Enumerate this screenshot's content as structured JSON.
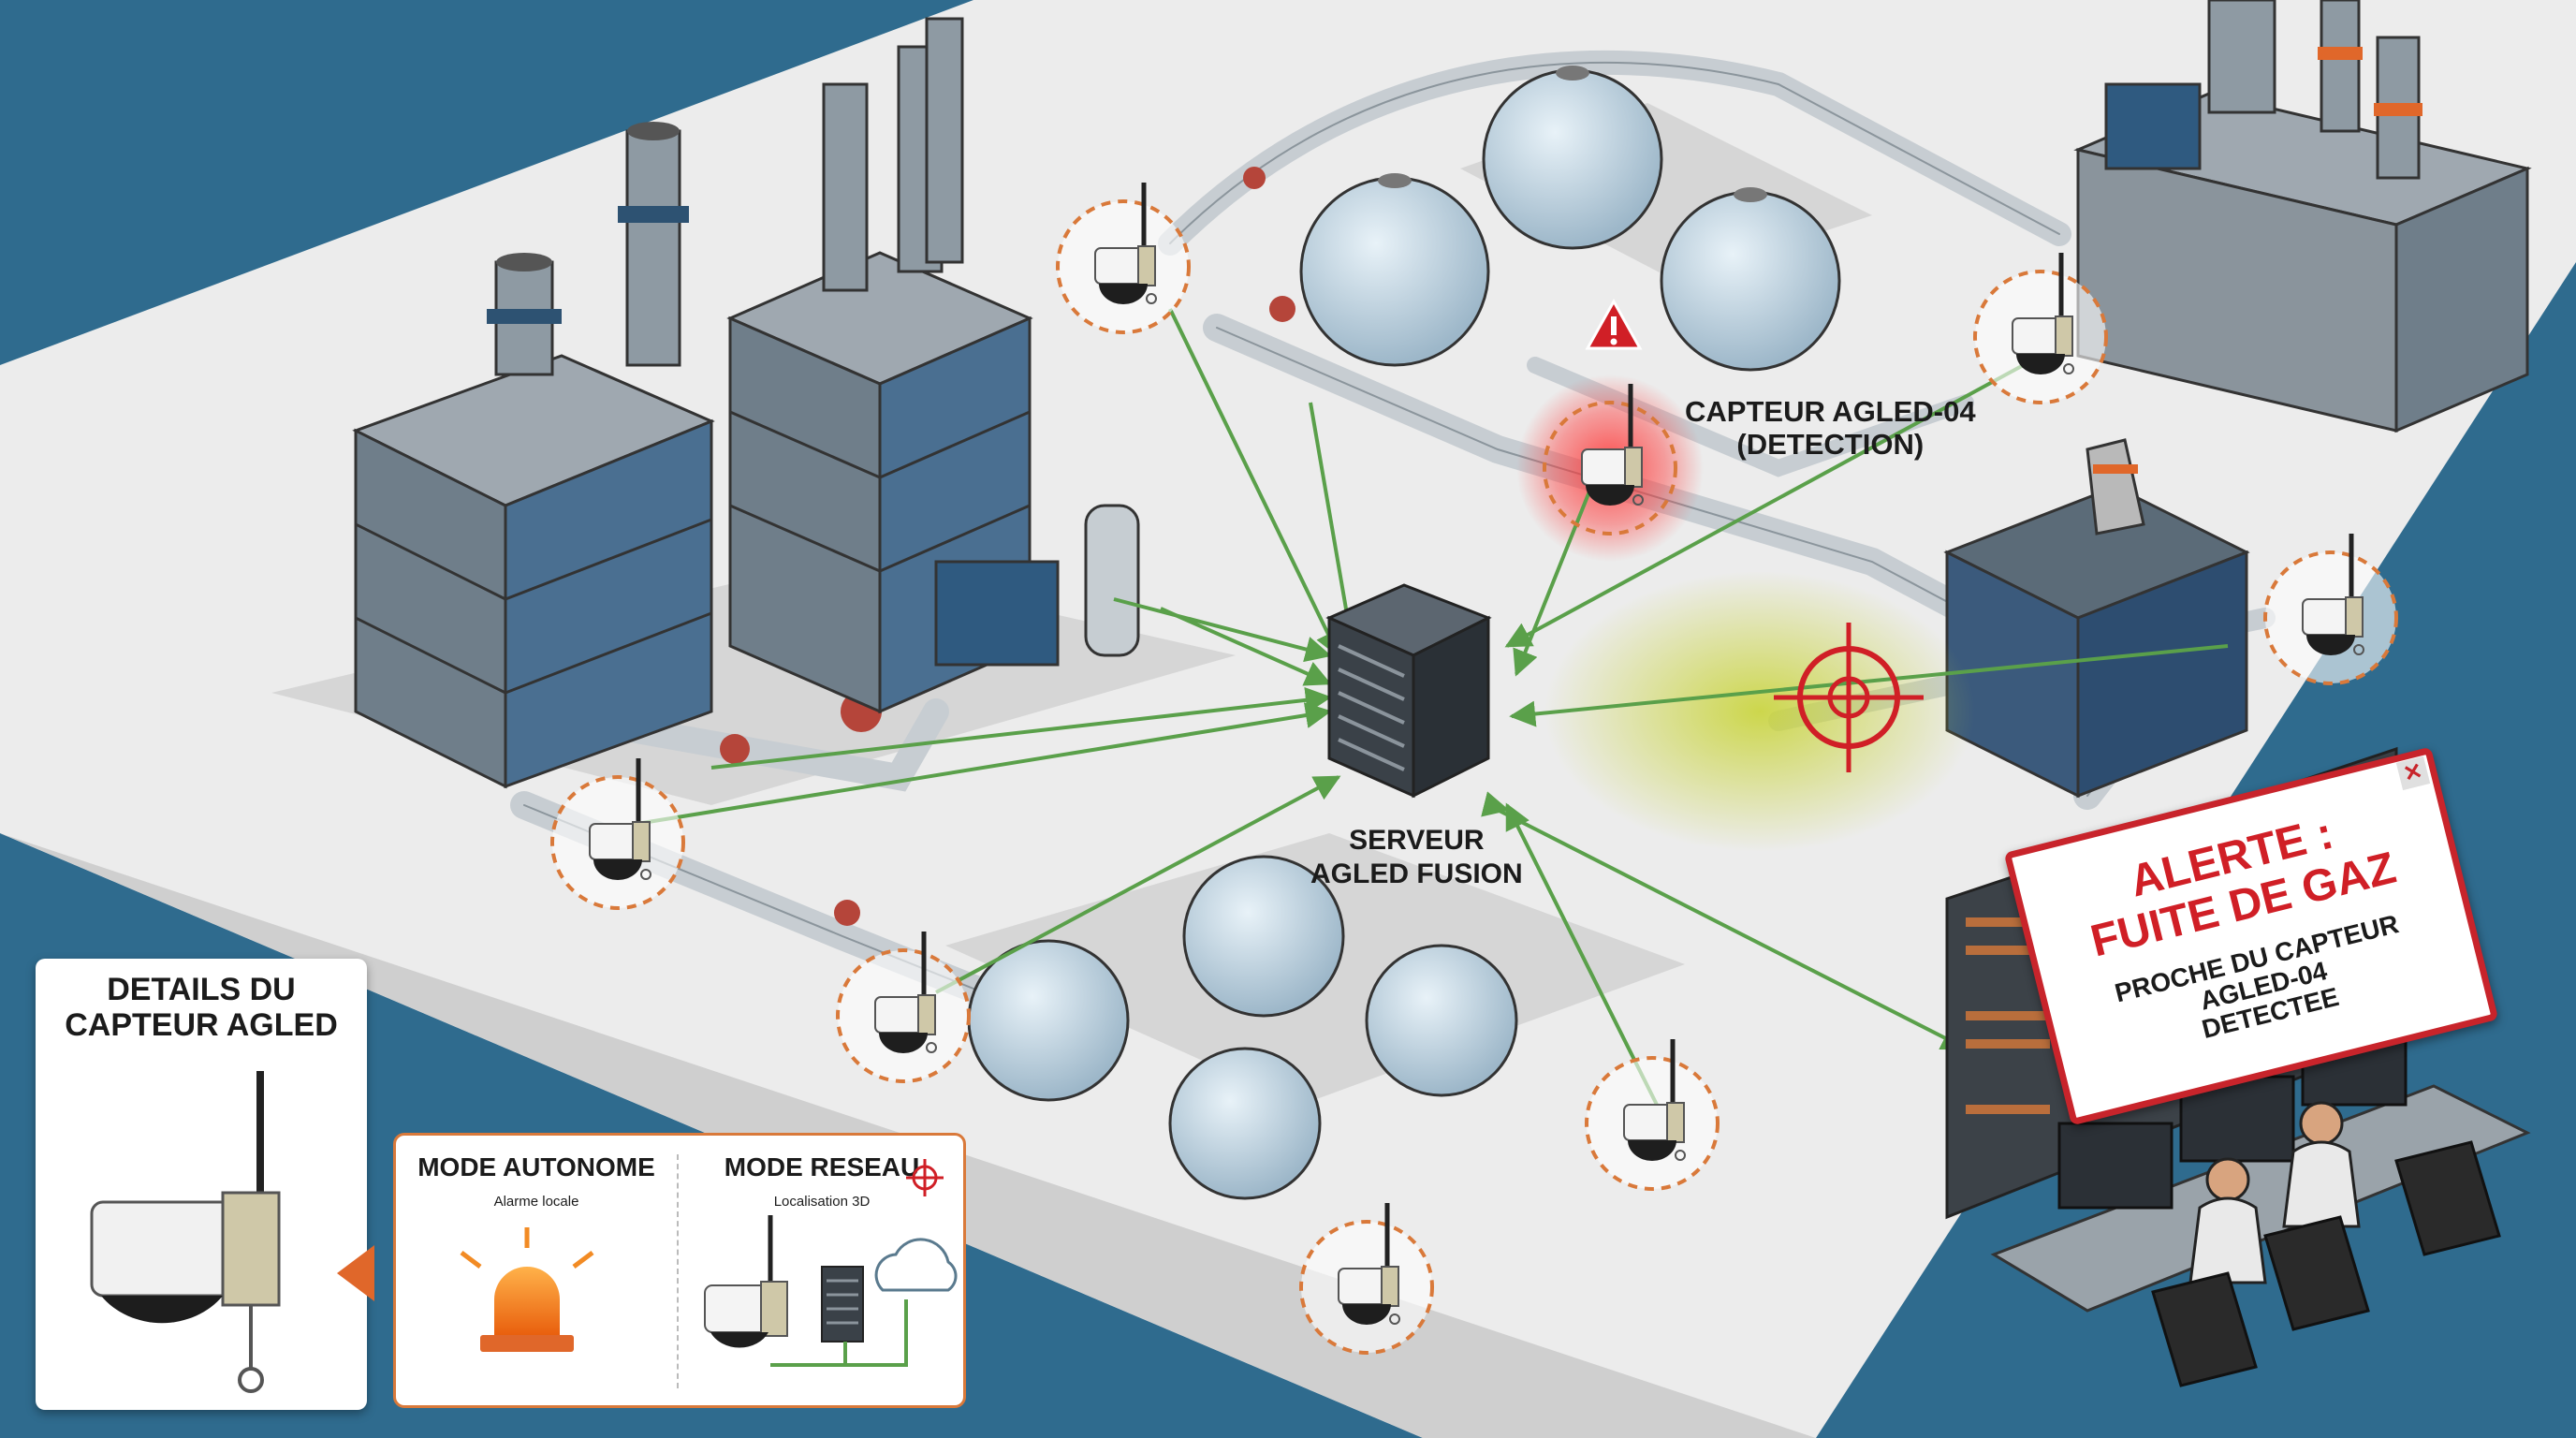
{
  "labels": {
    "sensor_callout": "CAPTEUR AGLED-04\n(DETECTION)",
    "server": "SERVEUR\nAGLED FUSION"
  },
  "alert": {
    "title": "ALERTE :\nFUITE DE GAZ",
    "message": "PROCHE DU CAPTEUR\nAGLED-04\nDETECTEE",
    "close": "✕"
  },
  "details": {
    "title": "DETAILS DU\nCAPTEUR AGLED"
  },
  "modes": {
    "autonomous": {
      "title": "MODE AUTONOME",
      "subtitle": "Alarme locale"
    },
    "network": {
      "title": "MODE RESEAU",
      "subtitle": "Localisation 3D"
    }
  },
  "colors": {
    "background": "#2f6b8e",
    "floor": "#ececec",
    "link": "#5aa04a",
    "sensor_ring": "#d9793a",
    "alert_red": "#d01f26",
    "gas_cloud": "#c9d43a"
  },
  "icons": {
    "sensor": "wireless-gas-sensor-icon",
    "server": "server-rack-icon",
    "alarm": "beacon-alarm-icon",
    "cloud": "cloud-icon",
    "target": "crosshair-target-icon",
    "warning": "warning-triangle-icon"
  }
}
